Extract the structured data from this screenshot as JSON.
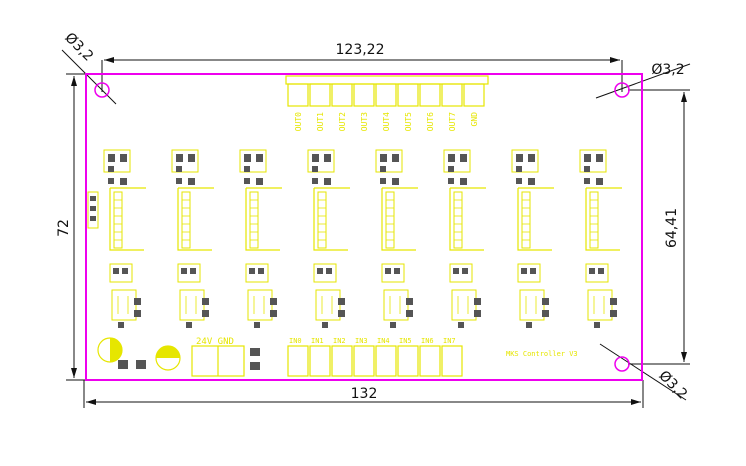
{
  "dimensions": {
    "width_top": "123,22",
    "width_bottom": "132",
    "height_left": "72",
    "height_right": "64,41",
    "hole_tl": "Ø3,2",
    "hole_tr": "Ø3,2",
    "hole_br": "Ø3,2"
  },
  "pcb": {
    "output_labels": [
      "OUT0",
      "OUT1",
      "OUT2",
      "OUT3",
      "OUT4",
      "OUT5",
      "OUT6",
      "OUT7",
      "GND"
    ],
    "input_labels": [
      "IN0",
      "IN1",
      "IN2",
      "IN3",
      "IN4",
      "IN5",
      "IN6",
      "IN7"
    ],
    "power_label": "24V GND",
    "board_name": "MKS Controller V3",
    "colors": {
      "outline": "#ee00ee",
      "silk": "#e6e600",
      "pad": "#555555",
      "dim_line": "#111111"
    }
  }
}
